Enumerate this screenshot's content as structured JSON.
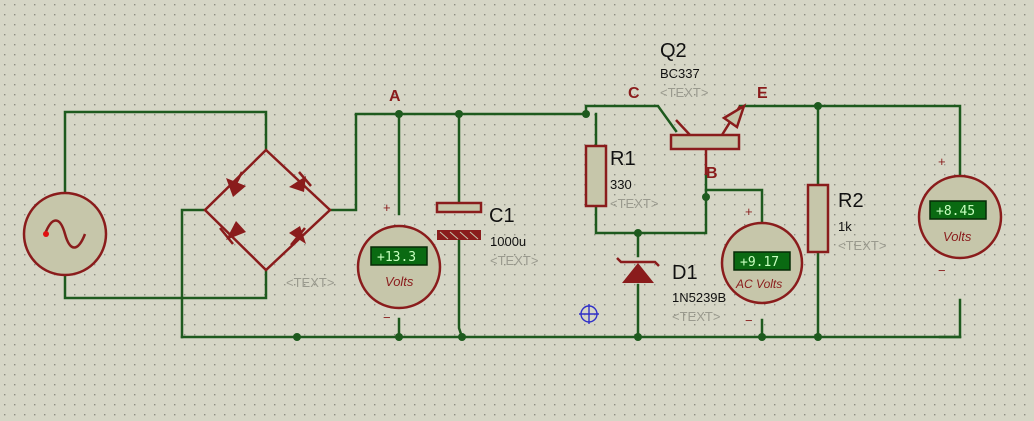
{
  "net_labels": {
    "a": "A",
    "c": "C",
    "e": "E",
    "b": "B"
  },
  "components": {
    "q2": {
      "ref": "Q2",
      "value": "BC337",
      "text": "<TEXT>"
    },
    "r1": {
      "ref": "R1",
      "value": "330",
      "text": "<TEXT>"
    },
    "c1": {
      "ref": "C1",
      "value": "1000u",
      "text": "<TEXT>"
    },
    "d1": {
      "ref": "D1",
      "value": "1N5239B",
      "text": "<TEXT>"
    },
    "r2": {
      "ref": "R2",
      "value": "1k",
      "text": "<TEXT>"
    },
    "bridge": {
      "text": "<TEXT>"
    }
  },
  "meters": {
    "vm1": {
      "reading": "+13.3",
      "unit": "Volts",
      "plus": "+",
      "minus": "−"
    },
    "vm2": {
      "reading": "+9.17",
      "unit": "AC Volts",
      "plus": "+",
      "minus": "−"
    },
    "vm3": {
      "reading": "+8.45",
      "unit": "Volts",
      "plus": "+",
      "minus": "−"
    }
  },
  "colors": {
    "wire": "#1e5a1e",
    "component": "#8a1c1c",
    "background": "#d6d6c6",
    "lcd": "#0a6a12"
  }
}
